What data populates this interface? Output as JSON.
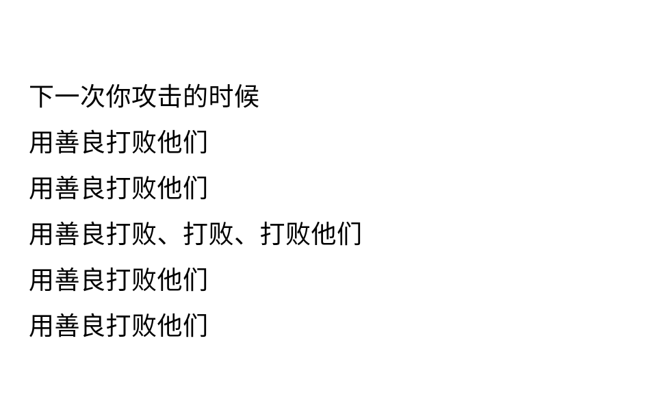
{
  "slide": {
    "lines": [
      "下一次你攻击的时候",
      "用善良打败他们",
      "用善良打败他们",
      "用善良打败、打败、打败他们",
      "用善良打败他们",
      "用善良打败他们"
    ]
  }
}
